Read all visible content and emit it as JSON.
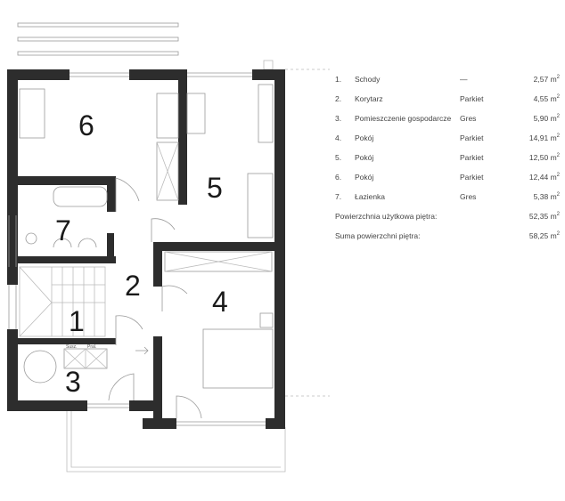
{
  "rooms": [
    {
      "no": "1.",
      "name": "Schody",
      "floor": "—",
      "area": "2,57",
      "unit": "m",
      "exp": "2"
    },
    {
      "no": "2.",
      "name": "Korytarz",
      "floor": "Parkiet",
      "area": "4,55",
      "unit": "m",
      "exp": "2"
    },
    {
      "no": "3.",
      "name": "Pomieszczenie gospodarcze",
      "floor": "Gres",
      "area": "5,90",
      "unit": "m",
      "exp": "2"
    },
    {
      "no": "4.",
      "name": "Pokój",
      "floor": "Parkiet",
      "area": "14,91",
      "unit": "m",
      "exp": "2"
    },
    {
      "no": "5.",
      "name": "Pokój",
      "floor": "Parkiet",
      "area": "12,50",
      "unit": "m",
      "exp": "2"
    },
    {
      "no": "6.",
      "name": "Pokój",
      "floor": "Parkiet",
      "area": "12,44",
      "unit": "m",
      "exp": "2"
    },
    {
      "no": "7.",
      "name": "Łazienka",
      "floor": "Gres",
      "area": "5,38",
      "unit": "m",
      "exp": "2"
    }
  ],
  "totals": [
    {
      "label": "Powierzchnia użytkowa piętra:",
      "value": "52,35",
      "unit": "m",
      "exp": "2"
    },
    {
      "label": "Suma powierzchni piętra:",
      "value": "58,25",
      "unit": "m",
      "exp": "2"
    }
  ],
  "plan_labels": {
    "r1": "1",
    "r2": "2",
    "r3": "3",
    "r4": "4",
    "r5": "5",
    "r6": "6",
    "r7": "7",
    "dryer": "Susz.",
    "washer": "Pral."
  }
}
